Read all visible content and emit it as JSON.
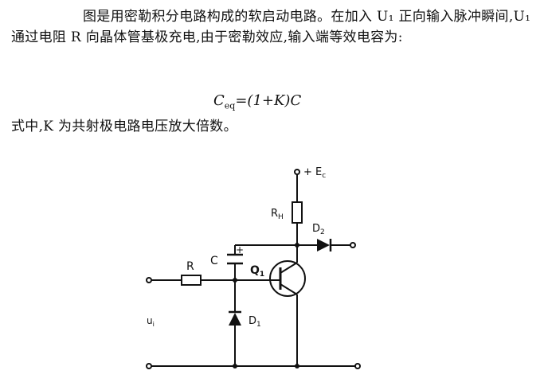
{
  "text": {
    "paragraph_1": "图是用密勒积分电路构成的软启动电路。在加入 U₁ 正向输入脉冲瞬间,U₁ 通过电阻 R 向晶体管基极充电,由于密勒效应,输入端等效电容为:",
    "formula": "C",
    "formula_sub": "eq",
    "formula_rhs": "=(1+K)C",
    "paragraph_2": "式中,K 为共射极电路电压放大倍数。"
  },
  "circuit": {
    "labels": {
      "supply": "+ E",
      "supply_sub": "c",
      "rh": "R",
      "rh_sub": "H",
      "d2": "D",
      "d2_sub": "2",
      "c": "C",
      "plus": "+",
      "q1": "Q",
      "q1_sub": "1",
      "r": "R",
      "ui": "u",
      "ui_sub": "i",
      "d1": "D",
      "d1_sub": "1"
    }
  }
}
